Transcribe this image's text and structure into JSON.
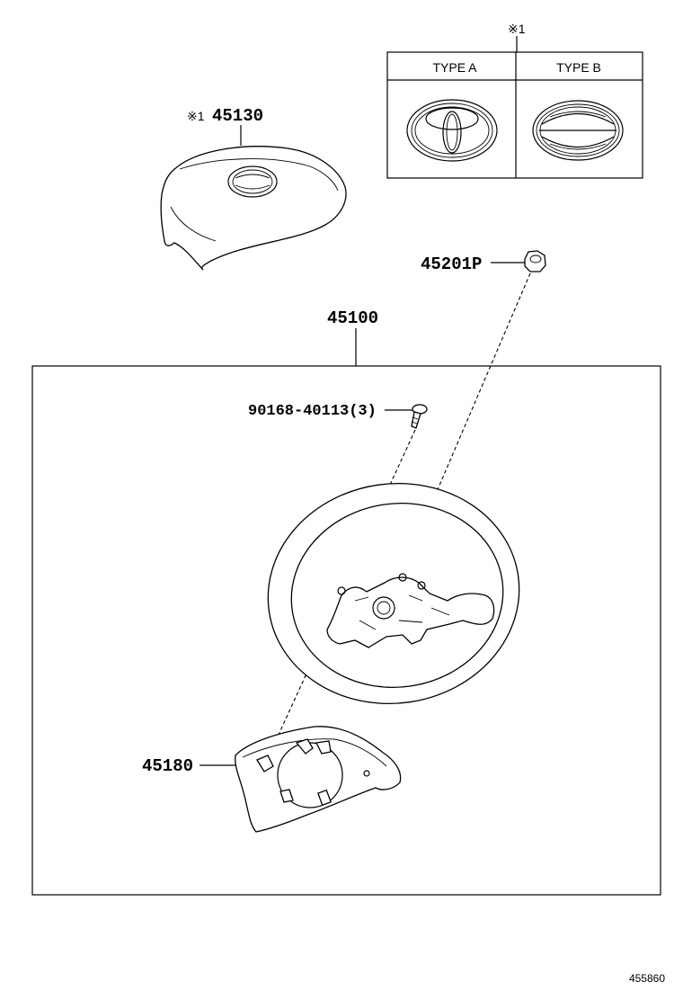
{
  "legend_table": {
    "note_marker": "※1",
    "columns": [
      {
        "label": "TYPE A",
        "icon": "toyota-emblem-icon"
      },
      {
        "label": "TYPE B",
        "icon": "toyota-emblem-oval-icon"
      }
    ]
  },
  "parts": [
    {
      "number": "45130",
      "note_marker": "※1",
      "name": "horn-pad"
    },
    {
      "number": "45201P",
      "name": "nut"
    },
    {
      "number": "45100",
      "name": "steering-wheel-assembly"
    },
    {
      "number": "90168-40113",
      "quantity": "(3)",
      "name": "screw"
    },
    {
      "number": "45180",
      "name": "lower-cover"
    }
  ],
  "figure_id": "455860"
}
